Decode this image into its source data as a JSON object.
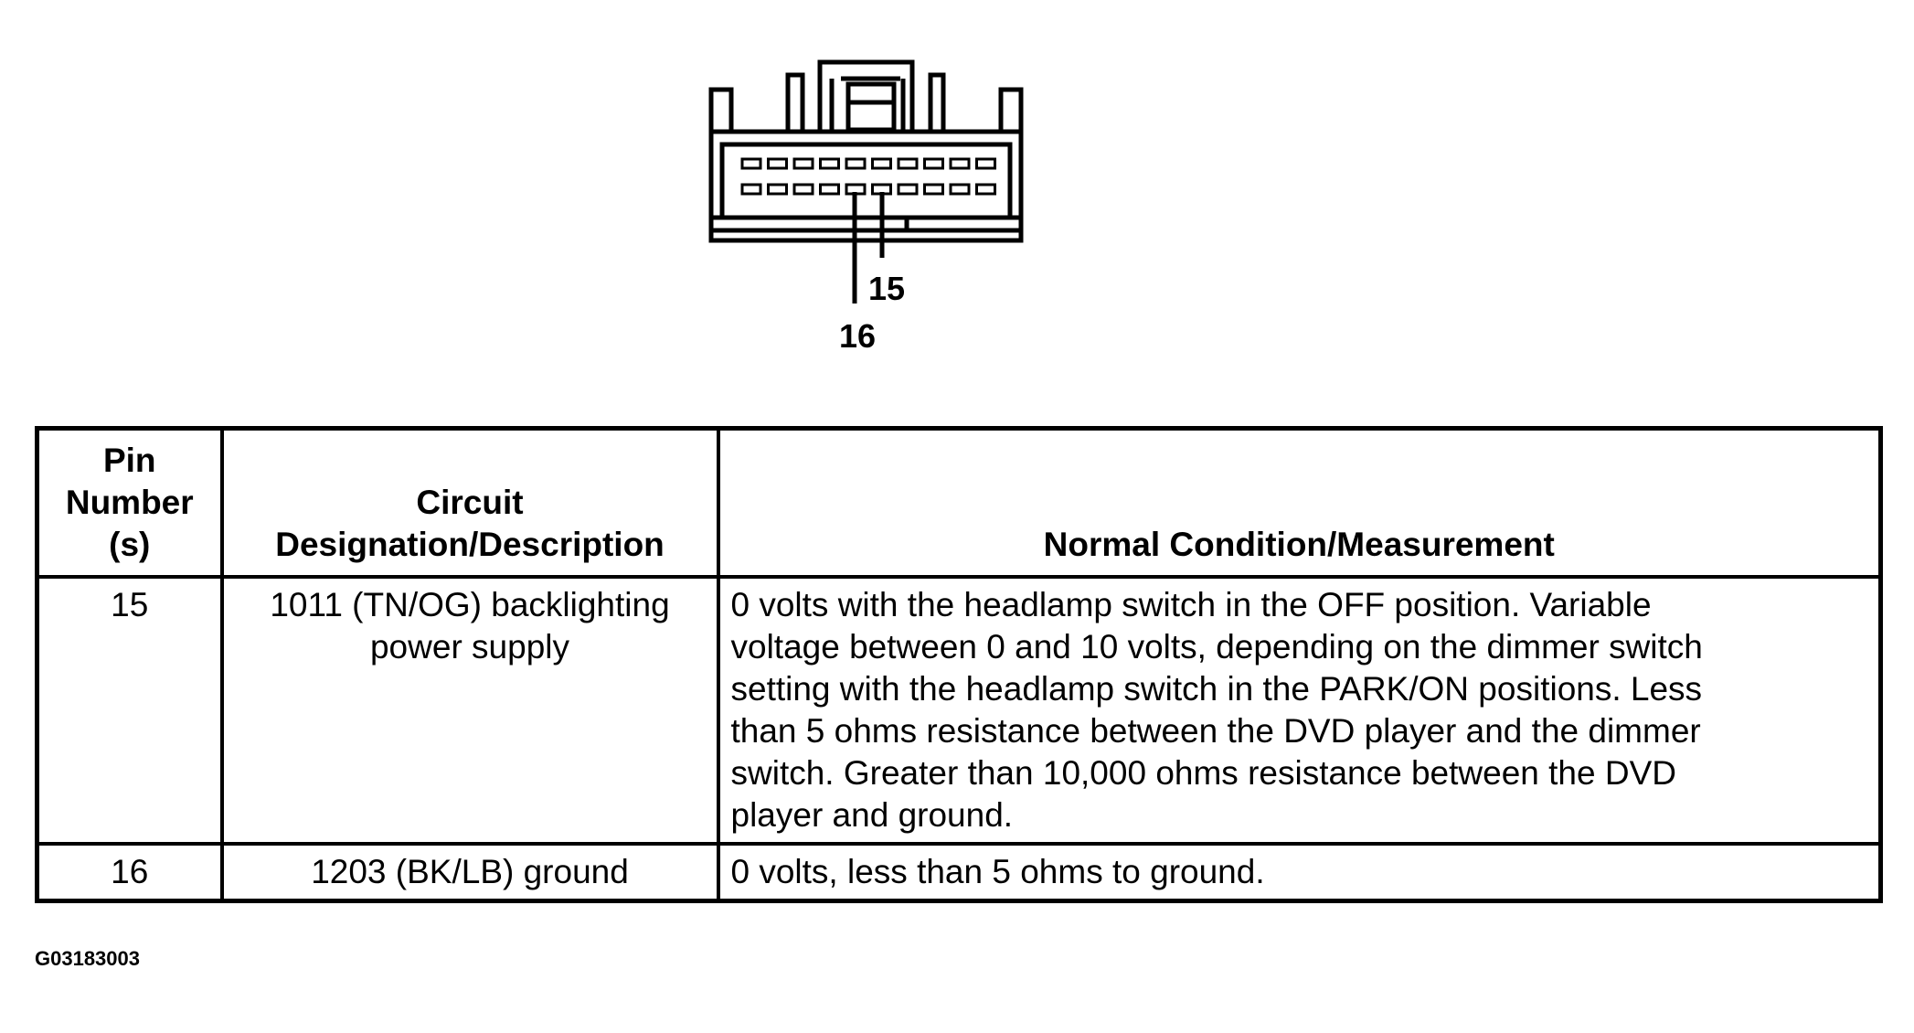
{
  "connector": {
    "pin_labels": {
      "pin15": "15",
      "pin16": "16"
    },
    "colors": {
      "ink": "#000000",
      "background": "#ffffff"
    }
  },
  "table": {
    "headers": {
      "pin": [
        "Pin",
        "Number",
        "(s)"
      ],
      "circuit": [
        "Circuit",
        "Designation/Description"
      ],
      "condition": [
        "Normal Condition/Measurement"
      ]
    },
    "rows": [
      {
        "pin": "15",
        "circuit": [
          "1011 (TN/OG) backlighting",
          "power supply"
        ],
        "condition": [
          "0 volts with the headlamp switch in the OFF position. Variable",
          "voltage between 0 and 10 volts, depending on the dimmer switch",
          "setting with the headlamp switch in the PARK/ON positions. Less",
          "than 5 ohms resistance between the DVD player and the dimmer",
          "switch. Greater than 10,000 ohms resistance between the DVD",
          "player and ground."
        ]
      },
      {
        "pin": "16",
        "circuit": [
          "1203 (BK/LB) ground"
        ],
        "condition": [
          "0 volts, less than 5 ohms to ground."
        ]
      }
    ]
  },
  "figure_id": "G03183003"
}
